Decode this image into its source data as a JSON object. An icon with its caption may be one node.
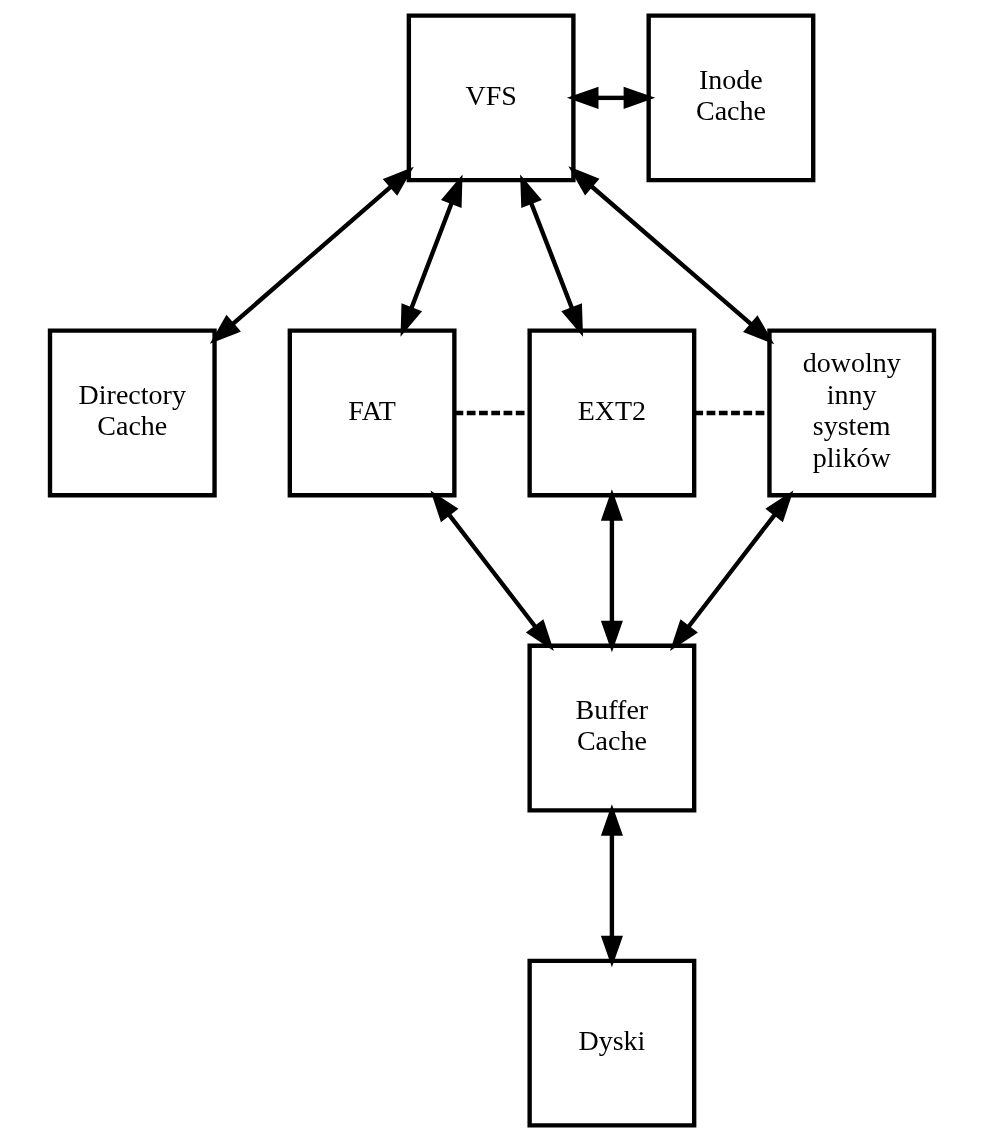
{
  "diagram": {
    "nodes": [
      {
        "text": [
          "VFS"
        ]
      },
      {
        "text": [
          "Inode Cache"
        ]
      },
      {
        "text": [
          "Directory Cache"
        ]
      },
      {
        "text": [
          "FAT"
        ]
      },
      {
        "text": [
          "EXT2"
        ]
      },
      {
        "text": [
          "dowolny inny system plików"
        ]
      },
      {
        "text": [
          "Buffer Cache"
        ]
      },
      {
        "text": [
          "Dyski"
        ]
      }
    ],
    "edges": [
      {
        "from": 0,
        "to": 1,
        "arrow": "both"
      },
      {
        "from": 0,
        "to": 2,
        "arrow": "both"
      },
      {
        "from": 0,
        "to": 3,
        "arrow": "both"
      },
      {
        "from": 0,
        "to": 4,
        "arrow": "both"
      },
      {
        "from": 0,
        "to": 5,
        "arrow": "both"
      },
      {
        "from": 3,
        "to": 4,
        "arrow": "none",
        "style": "dashed"
      },
      {
        "from": 4,
        "to": 5,
        "arrow": "none",
        "style": "dashed"
      },
      {
        "from": 3,
        "to": 6,
        "arrow": "both"
      },
      {
        "from": 4,
        "to": 6,
        "arrow": "both"
      },
      {
        "from": 5,
        "to": 6,
        "arrow": "both"
      },
      {
        "from": 6,
        "to": 7,
        "arrow": "both"
      }
    ]
  }
}
